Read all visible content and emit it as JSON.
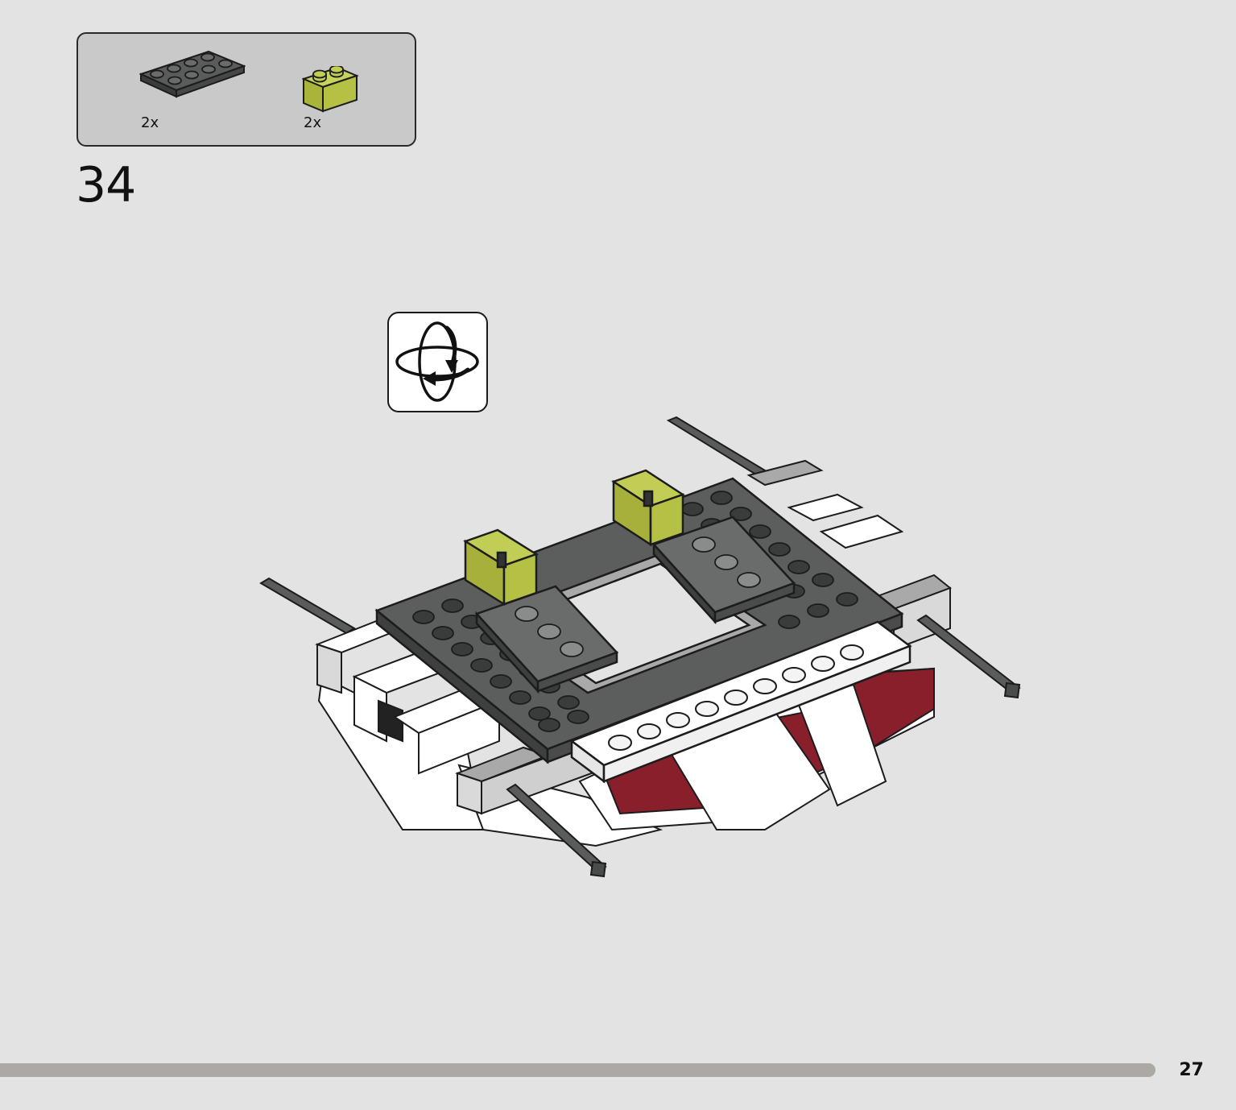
{
  "parts_list": {
    "items": [
      {
        "name": "dark-gray-plate-2x4",
        "quantity": "2x",
        "color": "#4f5050"
      },
      {
        "name": "olive-green-brick-1x2",
        "quantity": "2x",
        "color": "#b4c154"
      }
    ]
  },
  "step": {
    "number": "34"
  },
  "rotate_indicator": {
    "icon": "rotate-model-icon"
  },
  "model_colors": {
    "dark_bluish_gray": "#5c5d5d",
    "light_bluish_gray": "#a9a9a9",
    "white": "#ffffff",
    "dark_red": "#8a1f2c",
    "olive_green": "#a6b03a",
    "black": "#222222"
  },
  "footer": {
    "page_number": "27",
    "progress_fraction": 0.935
  }
}
